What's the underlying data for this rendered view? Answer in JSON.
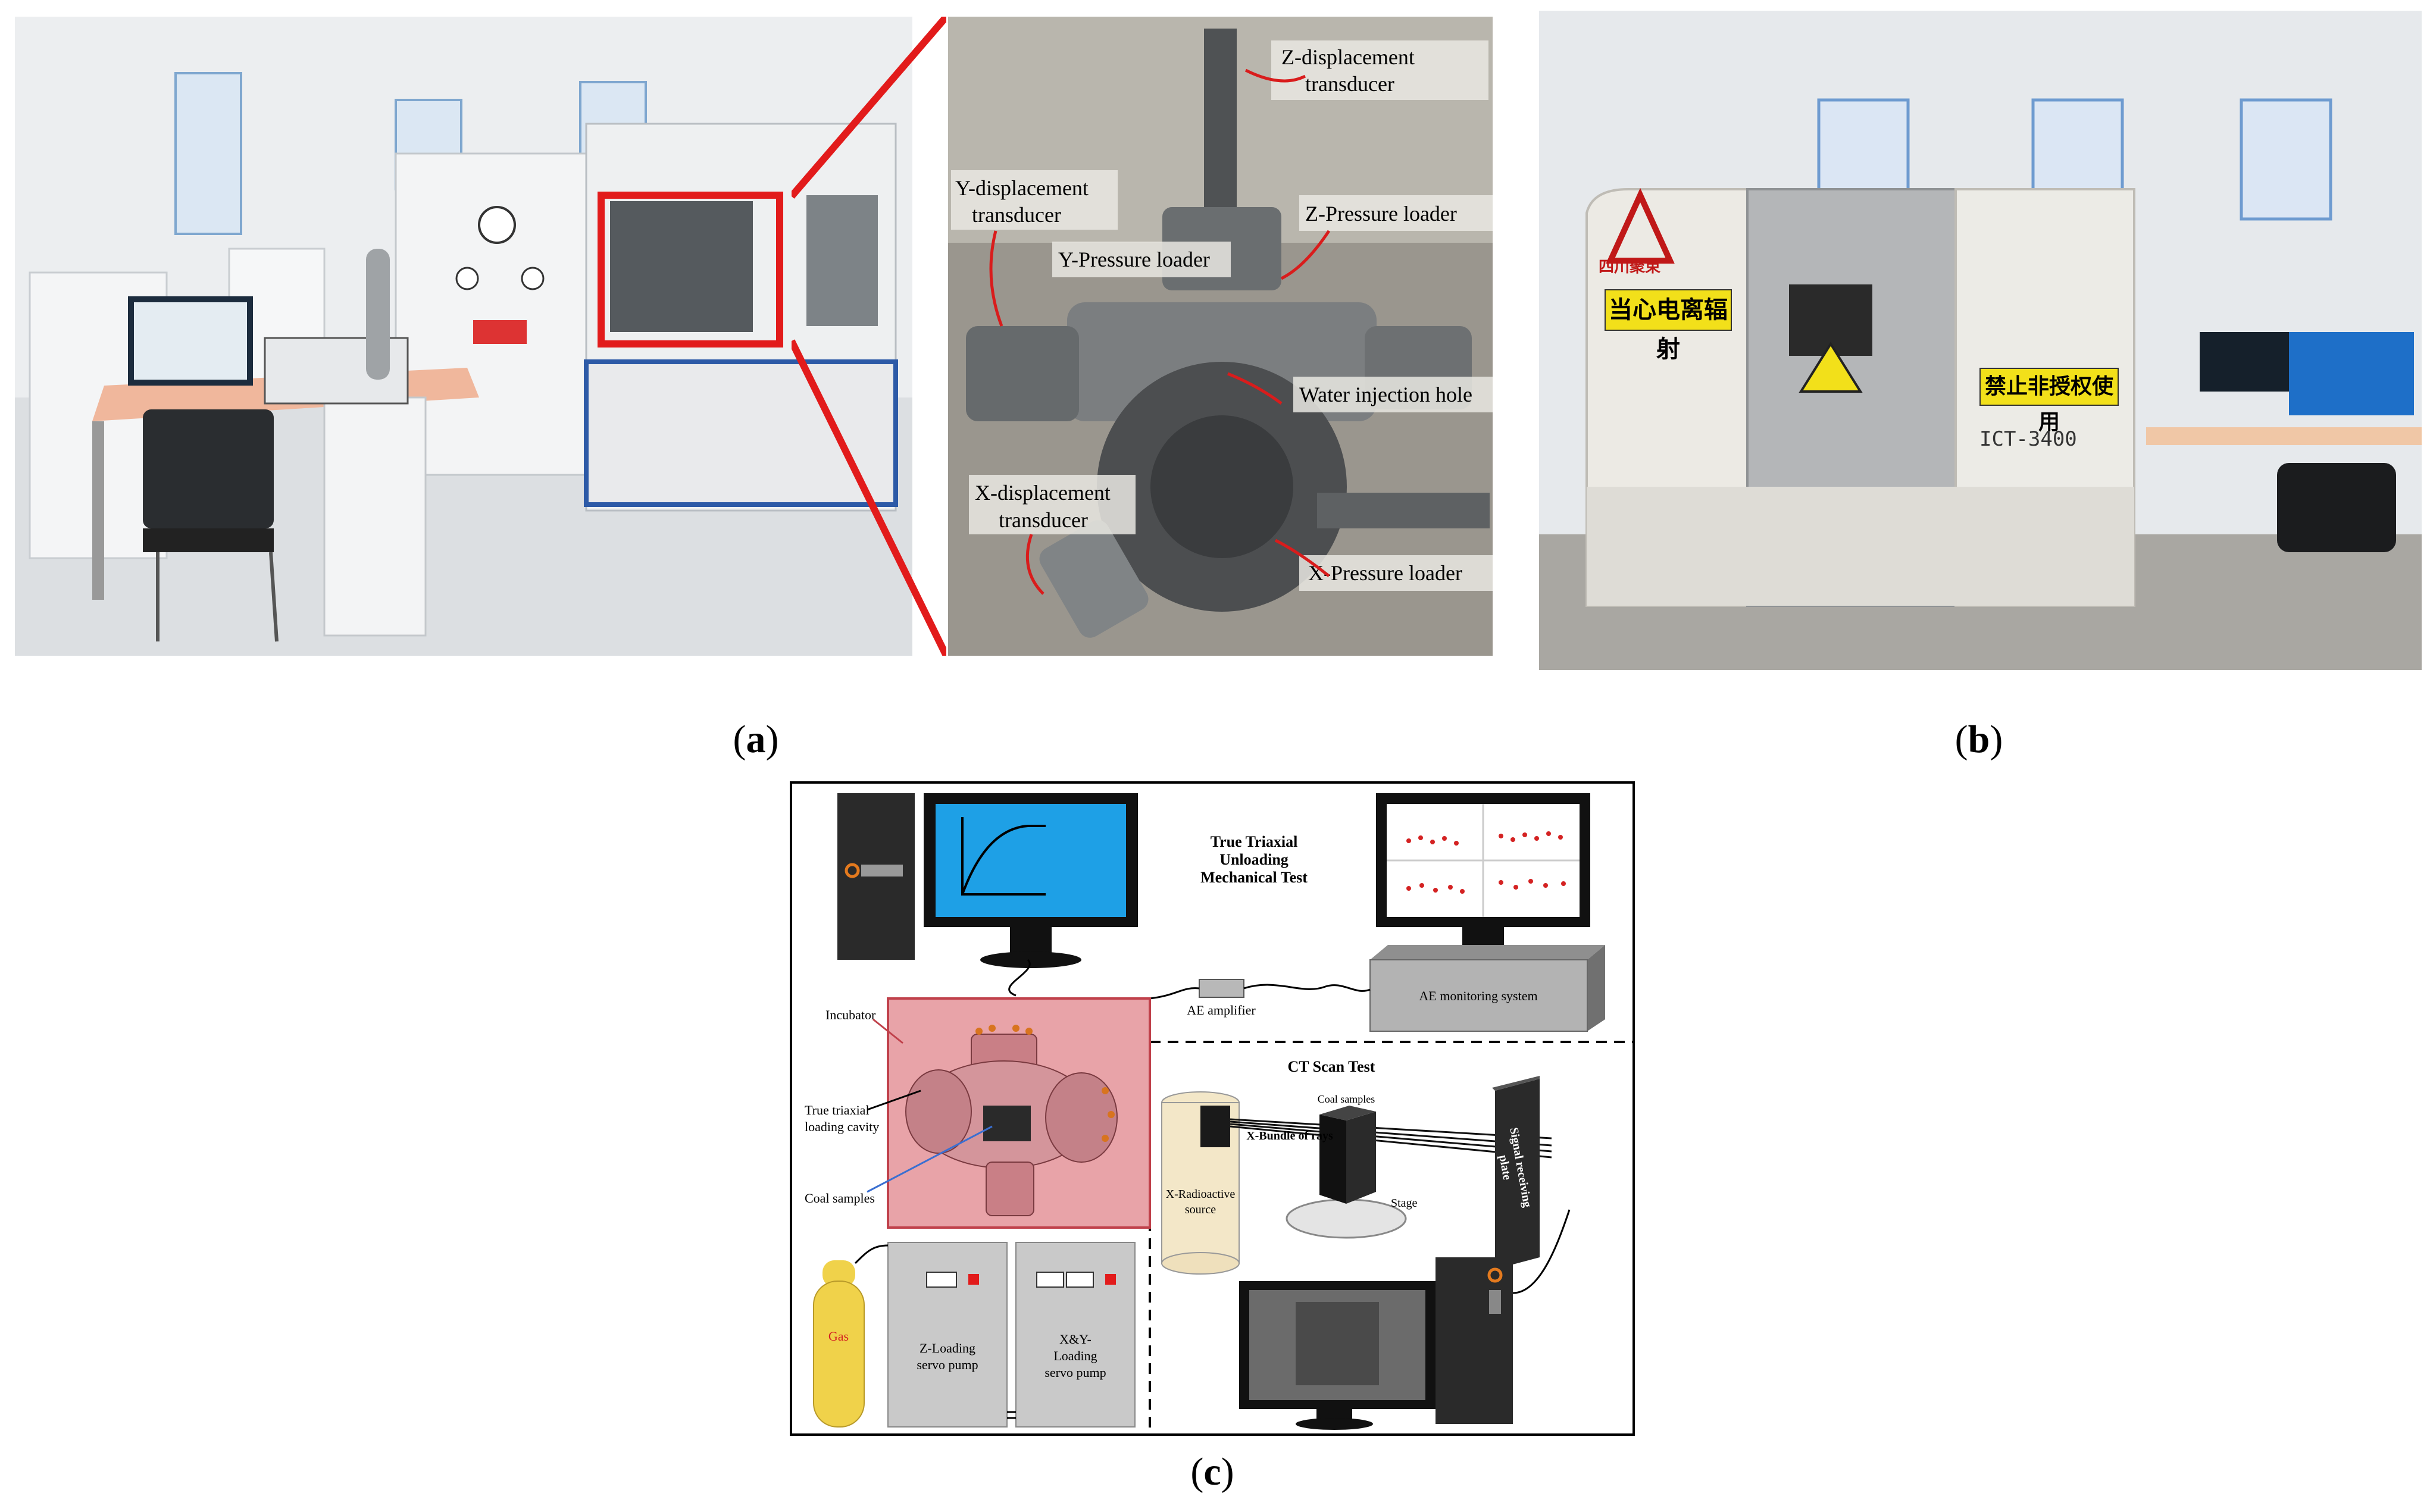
{
  "panels": {
    "a": {
      "caption_open": "(",
      "caption_letter": "a",
      "caption_close": ")"
    },
    "b": {
      "caption_open": "(",
      "caption_letter": "b",
      "caption_close": ")"
    },
    "c": {
      "caption_open": "(",
      "caption_letter": "c",
      "caption_close": ")"
    }
  },
  "panel_a_zoom_labels": {
    "z_disp": [
      "Z-displacement",
      "transducer"
    ],
    "y_disp": [
      "Y-displacement",
      "transducer"
    ],
    "z_press": "Z-Pressure loader",
    "y_press": "Y-Pressure loader",
    "water": "Water injection hole",
    "x_disp": [
      "X-displacement",
      "transducer"
    ],
    "x_press": "X-Pressure loader"
  },
  "panel_b": {
    "sign_left": "当心电离辐射",
    "sign_right": "禁止非授权使用",
    "model": "ICT-3400",
    "logo_text": "四川聚束"
  },
  "panel_c": {
    "title": [
      "True Triaxial",
      "Unloading",
      "Mechanical Test"
    ],
    "ae_amplifier": "AE amplifier",
    "ae_system": "AE monitoring system",
    "incubator": "Incubator",
    "cavity": [
      "True triaxial",
      "loading cavity"
    ],
    "coal_left": "Coal samples",
    "ct_title": "CT Scan Test",
    "coal_ct": "Coal samples",
    "xbundle": "X-Bundle of rays",
    "source": [
      "X-Radioactive",
      "source"
    ],
    "stage": "Stage",
    "plate": [
      "Signal receiving",
      "plate"
    ],
    "gas": "Gas",
    "z_pump": [
      "Z-Loading",
      "servo pump"
    ],
    "xy_pump": [
      "X&Y-",
      "Loading",
      "servo pump"
    ]
  },
  "colors": {
    "highlight_red": "#e21b1b",
    "incubator_fill": "#e8a3a8",
    "monitor_blue": "#1ea0e6",
    "sign_yellow": "#f2e01a",
    "gas_yellow": "#f0d24a"
  }
}
